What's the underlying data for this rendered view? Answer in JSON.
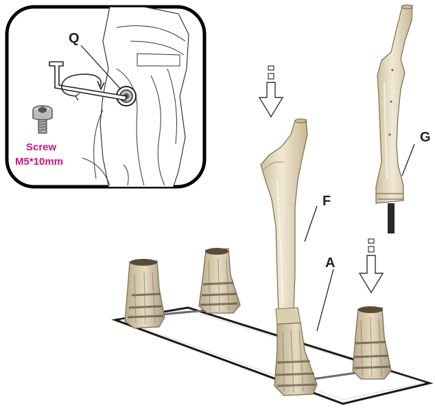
{
  "labels": {
    "q": "Q",
    "f": "F",
    "g": "G",
    "a": "A"
  },
  "callout": {
    "screw_line1": "Screw",
    "screw_line2": "M5*10mm"
  },
  "colors": {
    "bone": "#e9dfc7",
    "bone_shadow": "#c9b992",
    "bone_outline": "#7a6a4e",
    "hoof_dark": "#5a5348",
    "frame": "#1a1a1a",
    "screw_text": "#d8127d",
    "arrow": "#333333"
  },
  "icons": [
    "hex-key-icon",
    "rotation-arrow-icon",
    "screw-icon",
    "down-arrow-icon"
  ]
}
